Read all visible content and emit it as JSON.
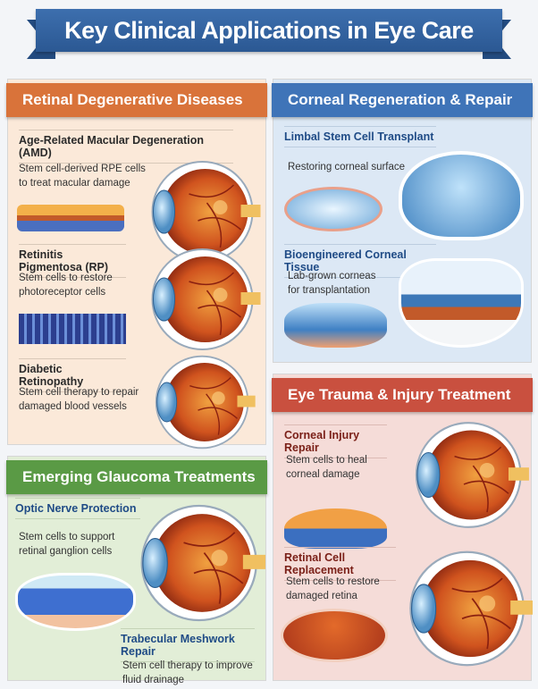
{
  "title": "Key Clinical Applications in Eye Care",
  "panels": {
    "retinal": {
      "heading": "Retinal Degenerative Diseases",
      "color": "#d9733a",
      "items": [
        {
          "title": "Age-Related Macular Degeneration (AMD)",
          "desc1": "Stem cell-derived RPE cells",
          "desc2": "to treat macular damage"
        },
        {
          "title": "Retinitis Pigmentosa (RP)",
          "desc1": "Stem cells to restore",
          "desc2": "photoreceptor cells"
        },
        {
          "title": "Diabetic Retinopathy",
          "desc1": "Stem cell therapy to repair",
          "desc2": "damaged blood vessels"
        }
      ]
    },
    "corneal": {
      "heading": "Corneal Regeneration & Repair",
      "color": "#3f74b8",
      "items": [
        {
          "title": "Limbal Stem Cell Transplant",
          "desc1": "Restoring corneal surface"
        },
        {
          "title": "Bioengineered Corneal Tissue",
          "desc1": "Lab-grown corneas",
          "desc2": "for transplantation"
        }
      ]
    },
    "trauma": {
      "heading": "Eye Trauma & Injury Treatment",
      "color": "#c9503f",
      "items": [
        {
          "title": "Corneal Injury Repair",
          "desc1": "Stem cells to heal",
          "desc2": "corneal damage"
        },
        {
          "title": "Retinal Cell Replacement",
          "desc1": "Stem cells to restore",
          "desc2": "damaged retina"
        }
      ]
    },
    "glaucoma": {
      "heading": "Emerging Glaucoma Treatments",
      "color": "#5a9a45",
      "items": [
        {
          "title": "Optic Nerve Protection",
          "desc1": "Stem cells to support",
          "desc2": "retinal ganglion cells"
        },
        {
          "title": "Trabecular Meshwork Repair",
          "desc1": "Stem cell therapy to improve",
          "desc2": "fluid drainage"
        }
      ]
    }
  }
}
